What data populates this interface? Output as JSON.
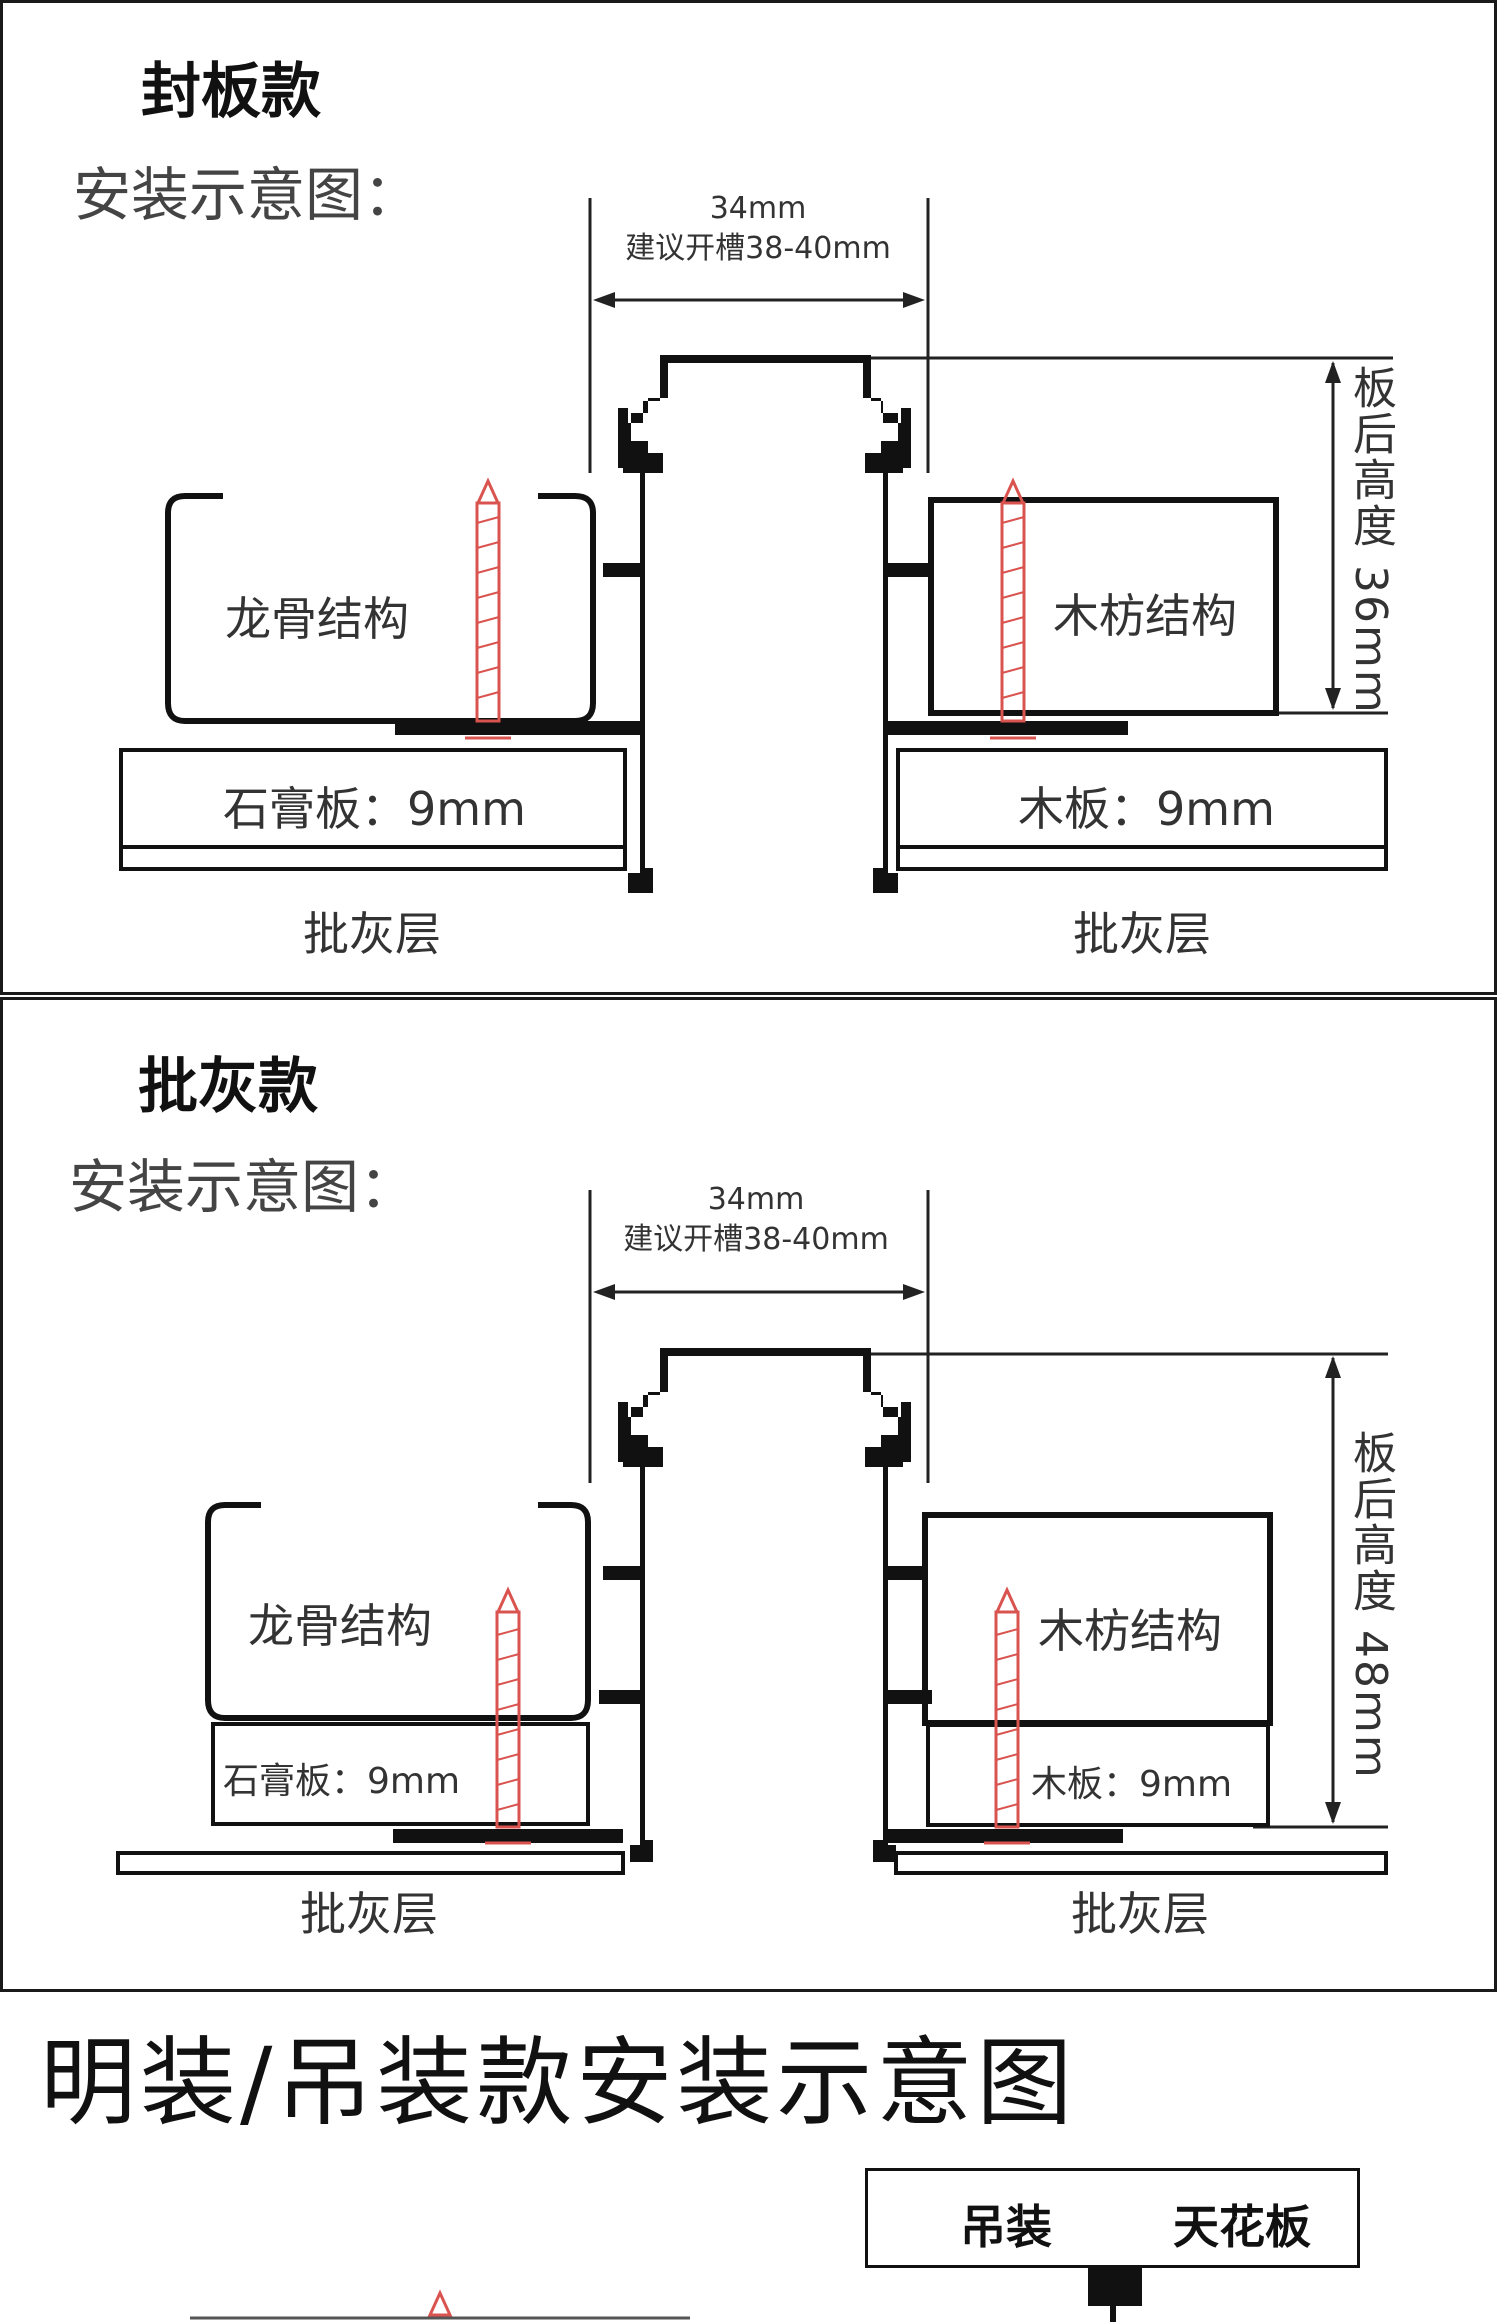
{
  "panel1": {
    "title": "封板款",
    "subtitle": "安装示意图：",
    "dim_width": "34mm",
    "dim_slot": "建议开槽38-40mm",
    "dim_height": "板后高度 36mm",
    "keel_label": "龙骨结构",
    "wood_frame_label": "木枋结构",
    "gypsum_label": "石膏板：9mm",
    "wood_board_label": "木板：9mm",
    "putty_left": "批灰层",
    "putty_right": "批灰层"
  },
  "panel2": {
    "title": "批灰款",
    "subtitle": "安装示意图：",
    "dim_width": "34mm",
    "dim_slot": "建议开槽38-40mm",
    "dim_height": "板后高度 48mm",
    "keel_label": "龙骨结构",
    "wood_frame_label": "木枋结构",
    "gypsum_label": "石膏板：9mm",
    "wood_board_label": "木板：9mm",
    "putty_left": "批灰层",
    "putty_right": "批灰层"
  },
  "section3": {
    "title": "明装/吊装款安装示意图",
    "box_label_left": "吊装",
    "box_label_right": "天花板"
  },
  "colors": {
    "profile": "#111111",
    "outline": "#1a1a1a",
    "screw": "#d9534f",
    "text": "#333333"
  }
}
